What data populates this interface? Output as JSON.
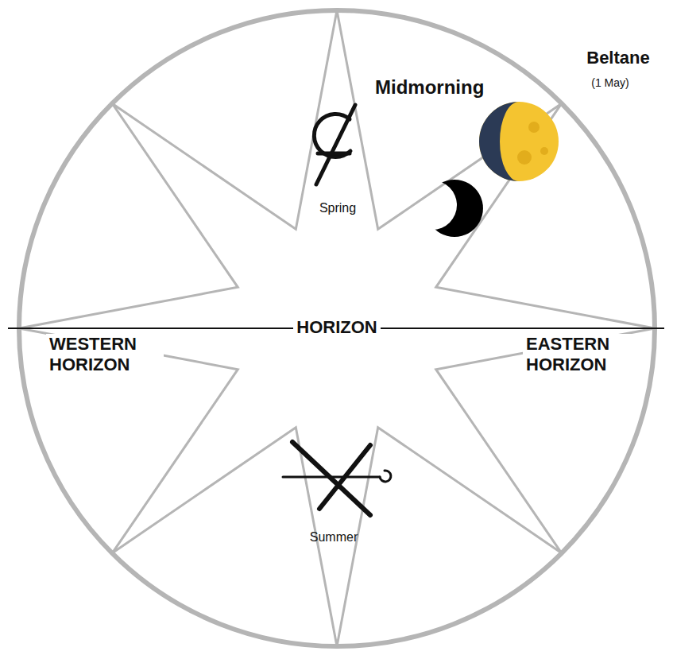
{
  "diagram": {
    "labels": [
      "Beltane",
      "(1 May)",
      "Midmorning",
      "Spring",
      "WESTERN HORIZON",
      "HORIZON",
      "EASTERN HORIZON",
      "Summer"
    ]
  }
}
